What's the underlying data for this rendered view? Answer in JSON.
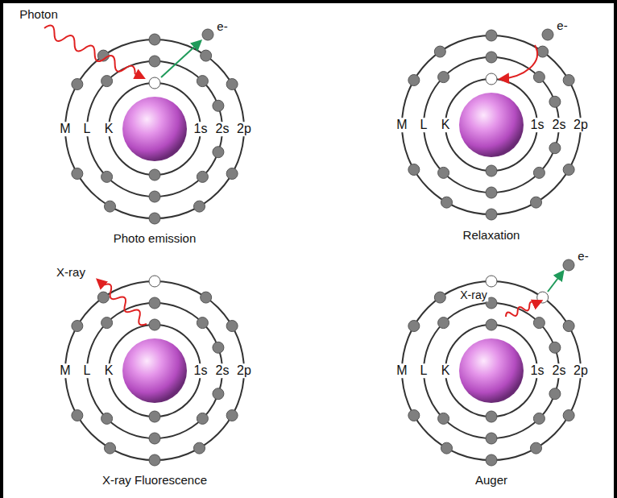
{
  "diagram": {
    "labels": [
      "Photon",
      "e-",
      "M",
      "L",
      "K",
      "1s",
      "2s",
      "2p",
      "Photo emission",
      "e-",
      "M",
      "L",
      "K",
      "1s",
      "2s",
      "2p",
      "Relaxation",
      "X-ray",
      "M",
      "L",
      "K",
      "1s",
      "2s",
      "2p",
      "X-ray Fluorescence",
      "e-",
      "X-ray",
      "M",
      "L",
      "K",
      "1s",
      "2s",
      "2p",
      "Auger"
    ]
  }
}
